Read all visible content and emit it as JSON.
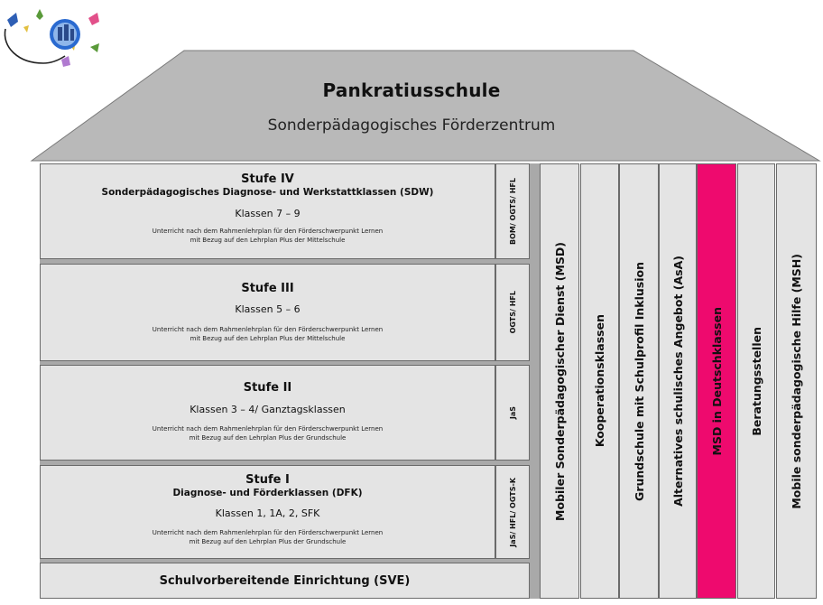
{
  "school": {
    "name": "Pankratiusschule",
    "subtitle": "Sonderpädagogisches Förderzentrum"
  },
  "stages": [
    {
      "title": "Stufe IV",
      "subtitle": "Sonderpädagogisches Diagnose- und Werkstattklassen (SDW)",
      "classes": "Klassen 7 – 9",
      "note_line1": "Unterricht nach dem Rahmenlehrplan für den Förderschwerpunkt Lernen",
      "note_line2": "mit Bezug auf den Lehrplan Plus der Mittelschule",
      "tag": "BOM/ OGTS/ HFL"
    },
    {
      "title": "Stufe III",
      "subtitle": "",
      "classes": "Klassen 5 – 6",
      "note_line1": "Unterricht nach dem Rahmenlehrplan für den Förderschwerpunkt Lernen",
      "note_line2": "mit Bezug auf den Lehrplan Plus der Mittelschule",
      "tag": "OGTS/ HFL"
    },
    {
      "title": "Stufe II",
      "subtitle": "",
      "classes": "Klassen 3 – 4/ Ganztagsklassen",
      "note_line1": "Unterricht nach dem Rahmenlehrplan für den Förderschwerpunkt Lernen",
      "note_line2": "mit Bezug auf den Lehrplan Plus der Grundschule",
      "tag": "JaS"
    },
    {
      "title": "Stufe I",
      "subtitle": "Diagnose- und Förderklassen (DFK)",
      "classes": "Klassen 1, 1A, 2, SFK",
      "note_line1": "Unterricht nach dem Rahmenlehrplan für den Förderschwerpunkt Lernen",
      "note_line2": "mit Bezug auf den Lehrplan Plus der Grundschule",
      "tag": "JaS/ HFL/ OGTS-K"
    }
  ],
  "sve": "Schulvorbereitende Einrichtung (SVE)",
  "columns": [
    "Mobiler Sonderpädagogischer Dienst (MSD)",
    "Kooperationsklassen",
    "Grundschule mit Schulprofil Inklusion",
    "Alternatives schulisches Angebot (AsA)",
    "MSD in Deutschklassen",
    "Beratungsstellen",
    "Mobile sonderpädagogische Hilfe (MSH)"
  ],
  "colors": {
    "panel": "#e4e4e4",
    "roof": "#b9b9b9",
    "separator": "#a9a9a9",
    "highlight": "#ee0a6e",
    "border": "#6a6a6a"
  },
  "icons": {
    "logo": "school-logo-icon"
  }
}
